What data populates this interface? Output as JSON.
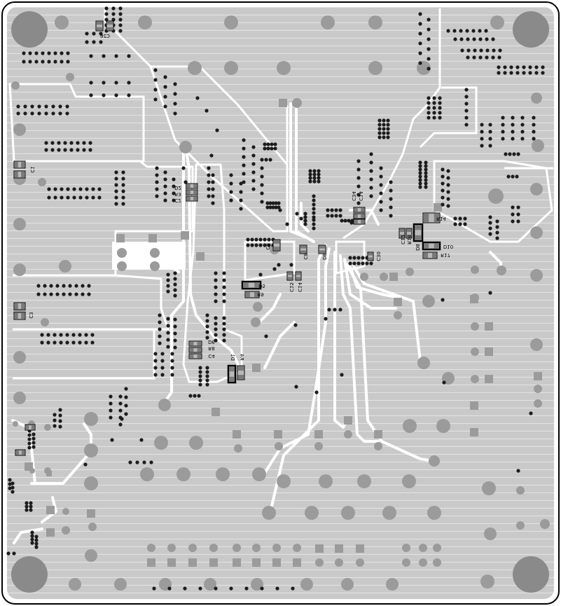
{
  "board": {
    "colors": {
      "background": "#ffffff",
      "copper_fill": "#c9c9c9",
      "hatch": "#e3e3e3",
      "pad": "#9b9b9b",
      "via": "#1c1c1c",
      "mount_hole": "#8a8a8a",
      "trace": "#ffffff",
      "silk": "#000000"
    },
    "designators": [
      {
        "id": "c26",
        "text": "C26"
      },
      {
        "id": "c1",
        "text": "C1"
      },
      {
        "id": "c3",
        "text": "C3"
      },
      {
        "id": "d2",
        "text": "D2"
      },
      {
        "id": "r3",
        "text": "R3"
      },
      {
        "id": "c2",
        "text": "C2"
      },
      {
        "id": "c34",
        "text": "C34"
      },
      {
        "id": "c14",
        "text": "C14"
      },
      {
        "id": "r14",
        "text": "R14"
      },
      {
        "id": "d8",
        "text": "D8"
      },
      {
        "id": "r16",
        "text": "R16"
      },
      {
        "id": "c12",
        "text": "C12"
      },
      {
        "id": "d10",
        "text": "D10"
      },
      {
        "id": "r17",
        "text": "R17"
      },
      {
        "id": "c8",
        "text": "C8"
      },
      {
        "id": "c8b",
        "text": "C8"
      },
      {
        "id": "d8b",
        "text": "D8"
      },
      {
        "id": "c30",
        "text": "C30"
      },
      {
        "id": "d5",
        "text": "D5"
      },
      {
        "id": "r9",
        "text": "R9"
      },
      {
        "id": "c15",
        "text": "C15"
      },
      {
        "id": "c14b",
        "text": "C14"
      },
      {
        "id": "d6",
        "text": "D6"
      },
      {
        "id": "r8",
        "text": "R8"
      },
      {
        "id": "c4",
        "text": "C4"
      },
      {
        "id": "d1",
        "text": "D1"
      },
      {
        "id": "r4",
        "text": "R4"
      }
    ]
  }
}
